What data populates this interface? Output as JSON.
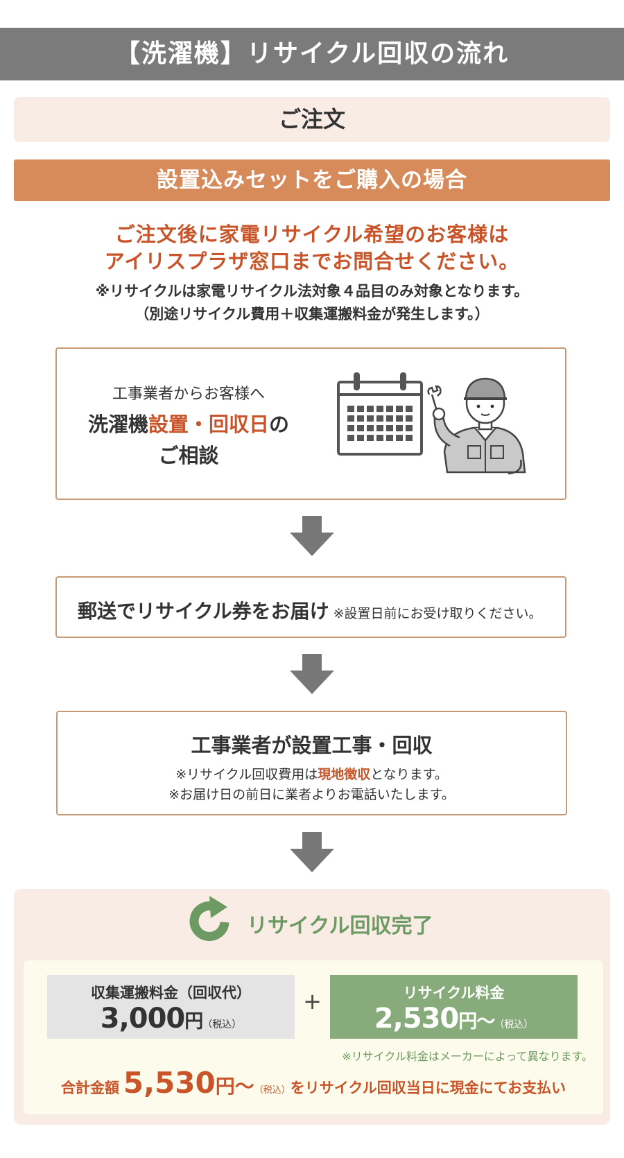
{
  "header": {
    "title": "【洗濯機】リサイクル回収の流れ"
  },
  "order": {
    "label": "ご注文"
  },
  "case": {
    "label": "設置込みセットをご購入の場合"
  },
  "lead": {
    "line1": "ご注文後に家電リサイクル希望のお客様は",
    "line2": "アイリスプラザ窓口までお問合せください。"
  },
  "notes": {
    "line1": "※リサイクルは家電リサイクル法対象４品目のみ対象となります。",
    "line2": "（別途リサイクル費用＋収集運搬料金が発生します。）"
  },
  "step1": {
    "line1": "工事業者からお客様へ",
    "line2_prefix": "洗濯機",
    "line2_accent": "設置・回収日",
    "line2_suffix": "の",
    "line3": "ご相談"
  },
  "step2": {
    "main": "郵送でリサイクル券をお届け",
    "note": "※設置日前にお受け取りください。"
  },
  "step3": {
    "title": "工事業者が設置工事・回収",
    "note1_prefix": "※リサイクル回収費用は",
    "note1_accent": "現地徴収",
    "note1_suffix": "となります。",
    "note2": "※お届け日の前日に業者よりお電話いたします。"
  },
  "complete": {
    "label": "リサイクル回収完了",
    "fee1": {
      "label": "収集運搬料金（回収代）",
      "amount": "3,000",
      "unit": "円",
      "tax": "（税込）"
    },
    "plus": "+",
    "fee2": {
      "label": "リサイクル料金",
      "amount": "2,530",
      "unit": "円〜",
      "tax": "（税込）"
    },
    "fee_note": "※リサイクル料金はメーカーによって異なります。",
    "total_label": "合計金額",
    "total_amount": "5,530",
    "total_unit": "円〜",
    "total_tax": "（税込）",
    "total_suffix": "をリサイクル回収当日に現金にてお支払い"
  },
  "colors": {
    "header_bg": "#7b7b7b",
    "order_bg": "#f8ece4",
    "case_bg": "#d78b5a",
    "accent_red": "#c8552a",
    "step_border": "#c59a75",
    "arrow": "#777777",
    "green": "#6d9a62",
    "fee2_bg": "#87ab7a",
    "fee1_bg": "#e4e4e4",
    "total_orange": "#c8552a"
  },
  "icons": [
    "calendar-icon",
    "worker-illustration",
    "down-arrow-icon",
    "recycle-icon"
  ]
}
